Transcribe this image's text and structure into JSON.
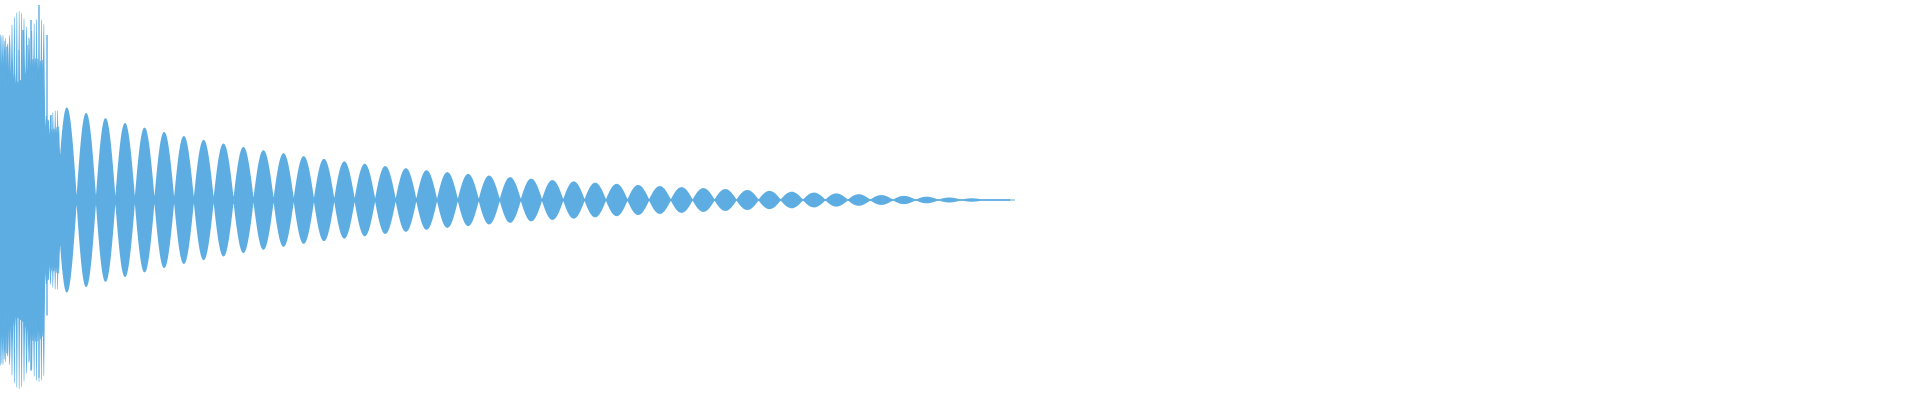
{
  "waveform": {
    "color": "#5DADE2",
    "background": "#FFFFFF",
    "type": "audio-waveform",
    "duration_fraction_visible": 0.53,
    "sample_count": 2400,
    "envelope": {
      "peak_amplitude": 1.0,
      "decay": "exponential"
    }
  }
}
